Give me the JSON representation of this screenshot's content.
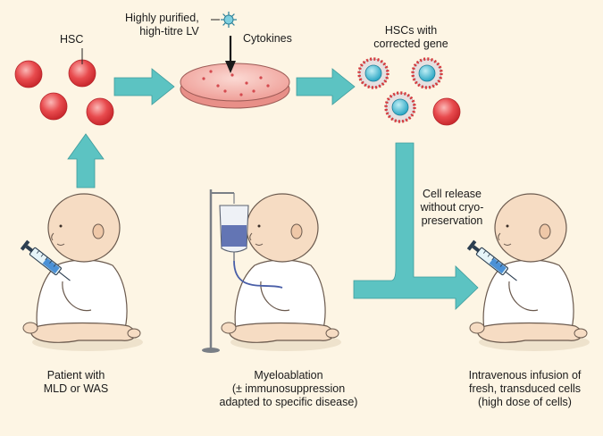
{
  "labels": {
    "hsc": "HSC",
    "lv": "Highly purified,\nhigh-titre LV",
    "cytokines": "Cytokines",
    "corrected": "HSCs with\ncorrected gene",
    "release": "Cell release\nwithout cryo-\npreservation",
    "patient": "Patient with\nMLD or WAS",
    "myelo": "Myeloablation\n(± immunosuppression\nadapted to specific disease)",
    "infusion": "Intravenous infusion of\nfresh, transduced cells\n(high dose of cells)"
  },
  "colors": {
    "background": "#fdf5e4",
    "arrow": "#5cc3c2",
    "cell": "#e84b4e",
    "dish": "#f2b5ae",
    "skin": "#f6dcc3",
    "cloth": "#ffffff"
  }
}
